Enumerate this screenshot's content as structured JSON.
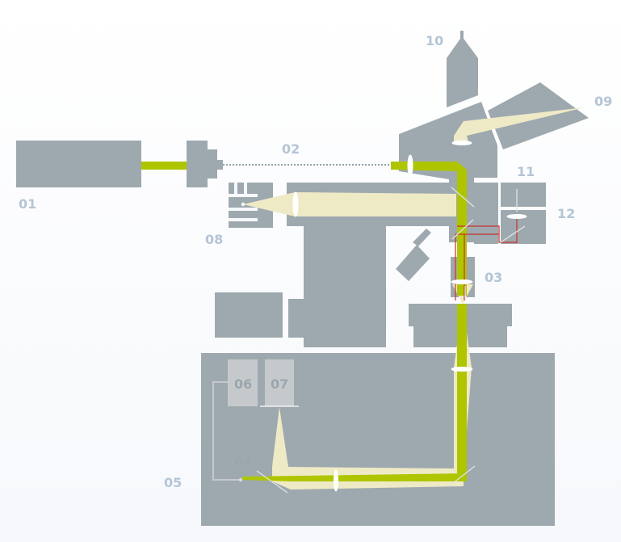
{
  "diagram": {
    "labels": {
      "l01": "01",
      "l02": "02",
      "l03": "03",
      "l04": "04",
      "l05": "05",
      "l06": "06",
      "l07": "07",
      "l08": "08",
      "l09": "09",
      "l10": "10",
      "l11": "11",
      "l12": "12"
    },
    "colors": {
      "background": "#f6f8fb",
      "housing": "#9ea9af",
      "label": "#b4c5d6",
      "laser": "#aec500",
      "light": "#efeac6",
      "red_path": "#c8322c",
      "lens": "#ffffff",
      "detector_box": "#c6c9cb"
    }
  }
}
